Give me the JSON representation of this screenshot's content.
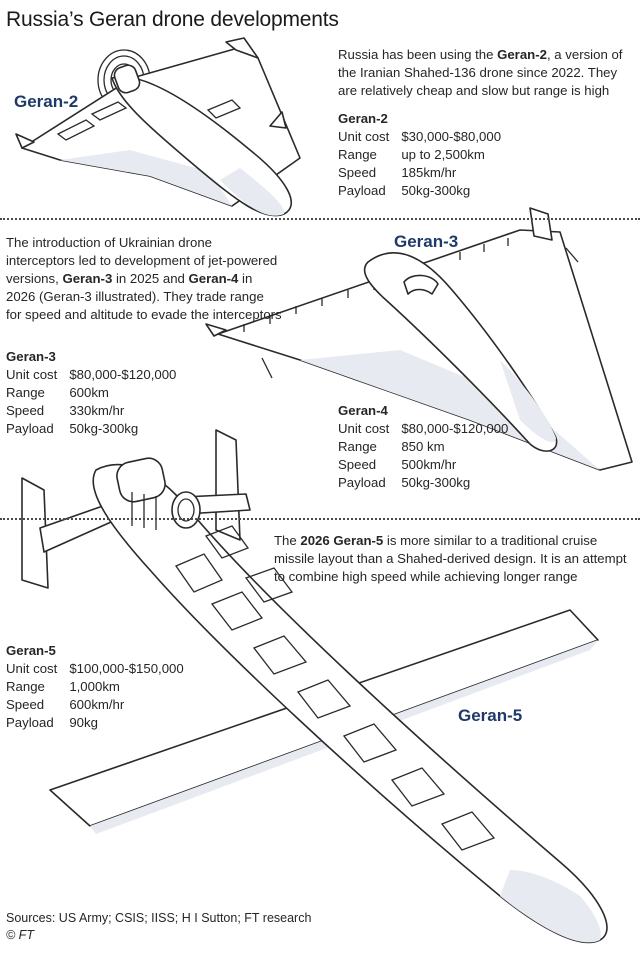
{
  "title": "Russia’s Geran drone developments",
  "geran2": {
    "label": "Geran-2",
    "intro_pre": "Russia has been using the ",
    "intro_bold": "Geran-2",
    "intro_post": ", a version of the Iranian Shahed-136 drone since 2022. They are relatively cheap and slow but range is high",
    "heading": "Geran-2",
    "specs": [
      {
        "k": "Unit cost",
        "v": "$30,000-$80,000"
      },
      {
        "k": "Range",
        "v": "up to 2,500km"
      },
      {
        "k": "Speed",
        "v": "185km/hr"
      },
      {
        "k": "Payload",
        "v": "50kg-300kg"
      }
    ]
  },
  "geran3": {
    "label": "Geran-3",
    "intro_a": "The introduction of Ukrainian drone interceptors led to development of jet-powered versions, ",
    "intro_b1": "Geran-3",
    "intro_c": " in 2025 and ",
    "intro_b2": "Geran-4",
    "intro_d": " in 2026 (Geran-3 illustrated). They trade range for speed and altitude to evade the interceptors",
    "heading": "Geran-3",
    "specs": [
      {
        "k": "Unit cost",
        "v": "$80,000-$120,000"
      },
      {
        "k": "Range",
        "v": "600km"
      },
      {
        "k": "Speed",
        "v": "330km/hr"
      },
      {
        "k": "Payload",
        "v": "50kg-300kg"
      }
    ]
  },
  "geran4": {
    "heading": "Geran-4",
    "specs": [
      {
        "k": "Unit cost",
        "v": "$80,000-$120,000"
      },
      {
        "k": "Range",
        "v": "850 km"
      },
      {
        "k": "Speed",
        "v": "500km/hr"
      },
      {
        "k": "Payload",
        "v": "50kg-300kg"
      }
    ]
  },
  "geran5": {
    "label": "Geran-5",
    "intro_pre": "The ",
    "intro_bold": "2026 Geran-5",
    "intro_post": " is more similar to a traditional cruise missile layout than a Shahed-derived design. It is an attempt to combine high speed while achieving longer range",
    "heading": "Geran-5",
    "specs": [
      {
        "k": "Unit cost",
        "v": "$100,000-$150,000"
      },
      {
        "k": "Range",
        "v": "1,000km"
      },
      {
        "k": "Speed",
        "v": "600km/hr"
      },
      {
        "k": "Payload",
        "v": "90kg"
      }
    ]
  },
  "sources": "Sources: US Army; CSIS; IISS; H I Sutton; FT research",
  "credit": "© FT"
}
